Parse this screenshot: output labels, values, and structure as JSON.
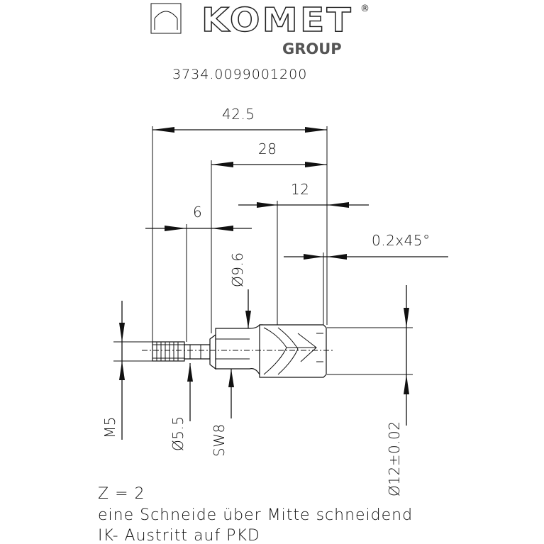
{
  "logo": {
    "brand": "KOMET",
    "registered": "®",
    "group": "GROUP"
  },
  "part_number": "3734.0099001200",
  "dimensions": {
    "overall_length": "42.5",
    "head_length": "28",
    "cutting_length": "12",
    "neck_length": "6",
    "chamfer": "0.2x45°",
    "shank_diameter": "Ø9.6",
    "thread": "M5",
    "neck_diameter": "Ø5.5",
    "wrench_size": "SW8",
    "cutting_diameter": "Ø12±0.02"
  },
  "notes": [
    "Z = 2",
    "eine Schneide über Mitte schneidend",
    "IK- Austritt auf PKD"
  ]
}
